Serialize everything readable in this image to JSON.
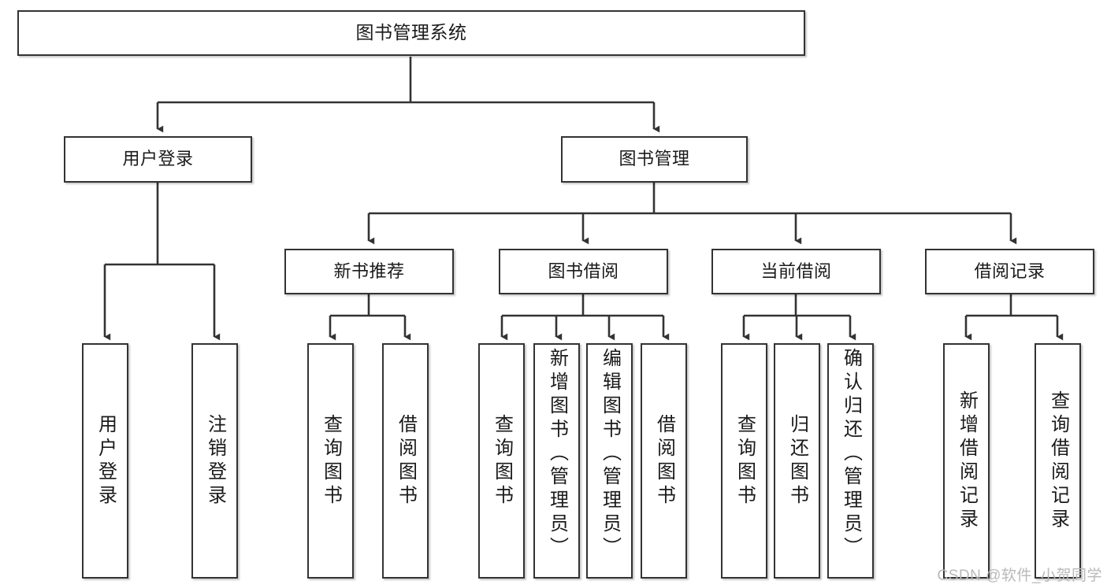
{
  "diagram": {
    "title": "图书管理系统",
    "type": "tree",
    "watermark": "CSDN @软件_小贺同学",
    "colors": {
      "background": "#ffffff",
      "node_fill": "#ffffff",
      "node_border": "#333333",
      "edge": "#333333",
      "text": "#1a1a1a",
      "watermark": "#b9b9b9"
    },
    "nodes": {
      "root": {
        "label": "图书管理系统"
      },
      "level1": [
        {
          "id": "user-login",
          "label": "用户登录"
        },
        {
          "id": "book-manage",
          "label": "图书管理"
        }
      ],
      "level2": [
        {
          "id": "new-book-recommend",
          "label": "新书推荐"
        },
        {
          "id": "book-borrow",
          "label": "图书借阅"
        },
        {
          "id": "current-borrow",
          "label": "当前借阅"
        },
        {
          "id": "borrow-record",
          "label": "借阅记录"
        }
      ],
      "leaves": [
        {
          "id": "leaf-user-login",
          "label": "用户登录",
          "parent": "user-login"
        },
        {
          "id": "leaf-logout",
          "label": "注销登录",
          "parent": "user-login"
        },
        {
          "id": "leaf-query-book-1",
          "label": "查询图书",
          "parent": "new-book-recommend"
        },
        {
          "id": "leaf-borrow-book-1",
          "label": "借阅图书",
          "parent": "new-book-recommend"
        },
        {
          "id": "leaf-query-book-2",
          "label": "查询图书",
          "parent": "book-borrow"
        },
        {
          "id": "leaf-add-book",
          "label": "新增图书（管理员）",
          "parent": "book-borrow"
        },
        {
          "id": "leaf-edit-book",
          "label": "编辑图书（管理员）",
          "parent": "book-borrow"
        },
        {
          "id": "leaf-borrow-book-2",
          "label": "借阅图书",
          "parent": "book-borrow"
        },
        {
          "id": "leaf-query-book-3",
          "label": "查询图书",
          "parent": "current-borrow"
        },
        {
          "id": "leaf-return-book",
          "label": "归还图书",
          "parent": "current-borrow"
        },
        {
          "id": "leaf-confirm-return",
          "label": "确认归还（管理员）",
          "parent": "current-borrow"
        },
        {
          "id": "leaf-add-record",
          "label": "新增借阅记录",
          "parent": "borrow-record"
        },
        {
          "id": "leaf-query-record",
          "label": "查询借阅记录",
          "parent": "borrow-record"
        }
      ]
    }
  }
}
